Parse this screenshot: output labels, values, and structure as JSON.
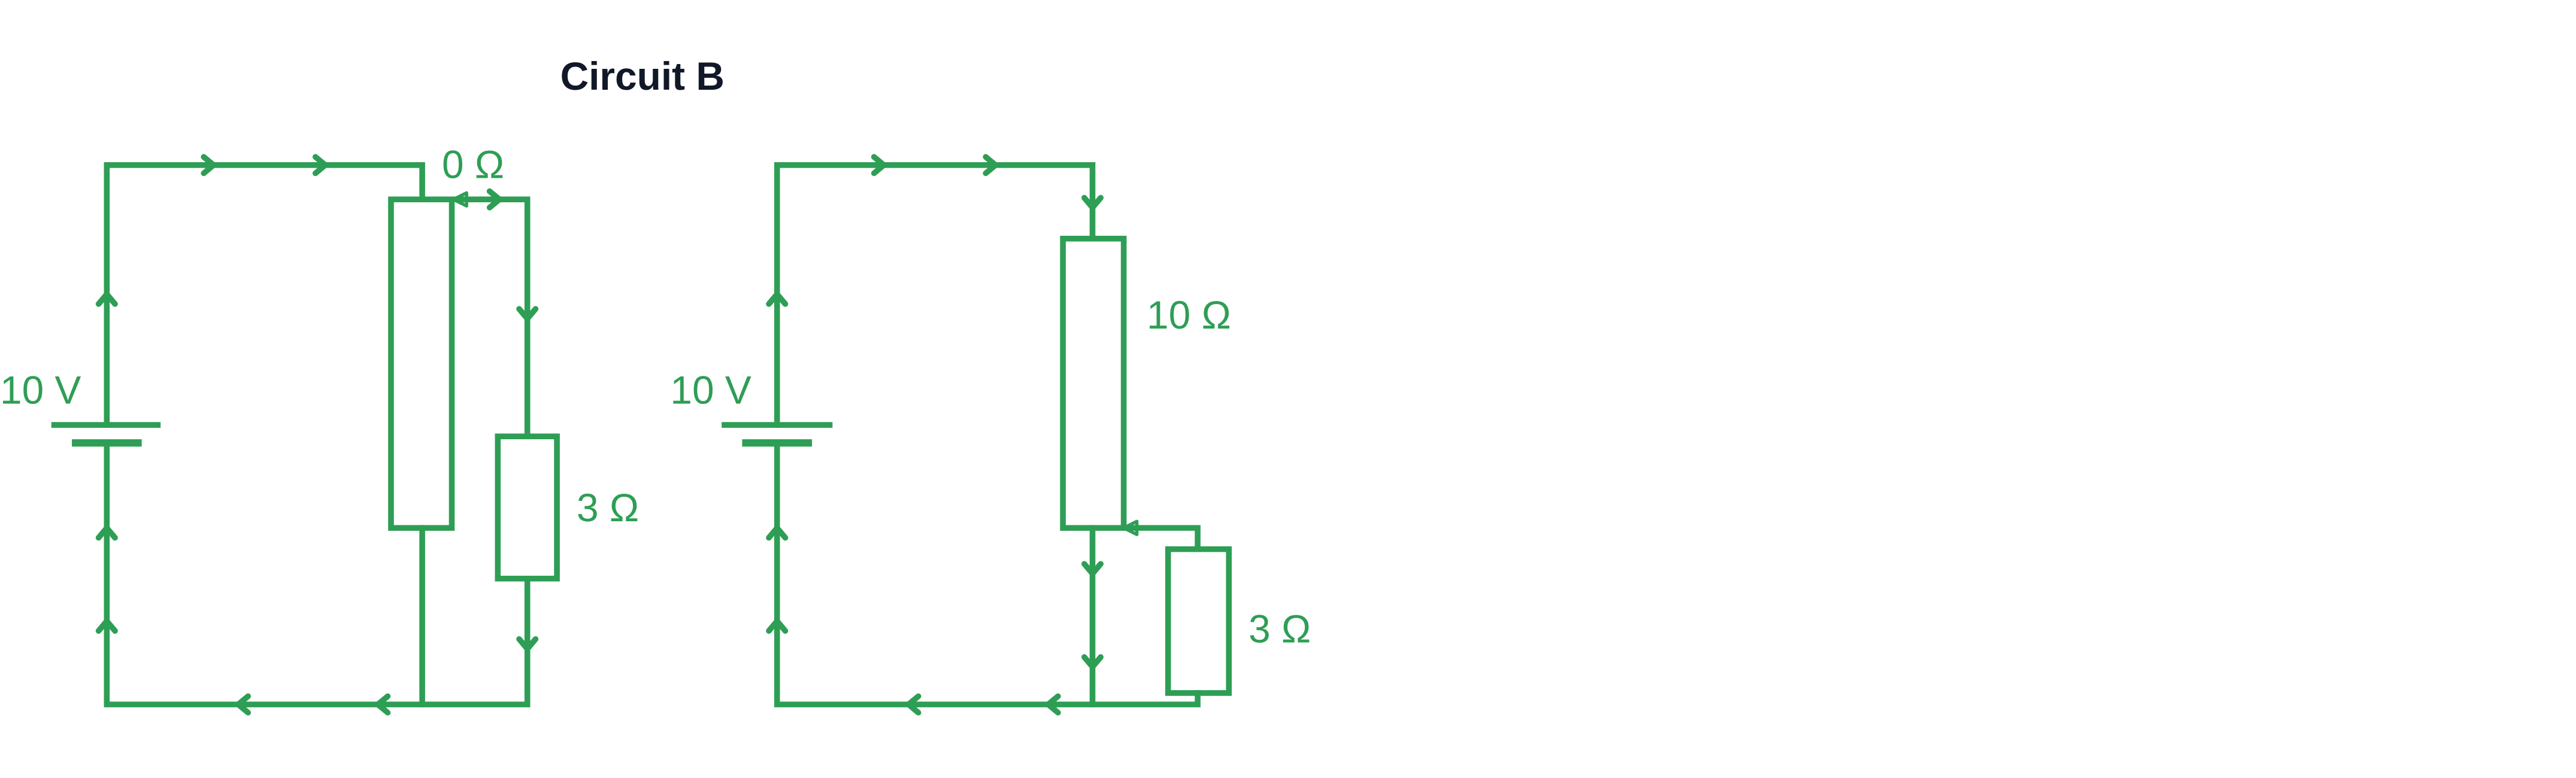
{
  "title": "Circuit B",
  "colors": {
    "circuit": "#2e9e55",
    "title": "#111827",
    "background": "#ffffff"
  },
  "circuits": [
    {
      "id": "left",
      "battery_label": "10 V",
      "variable_resistor_label": "0 Ω",
      "load_resistor_label": "3 Ω"
    },
    {
      "id": "right",
      "battery_label": "10 V",
      "variable_resistor_label": "10 Ω",
      "load_resistor_label": "3 Ω"
    }
  ]
}
